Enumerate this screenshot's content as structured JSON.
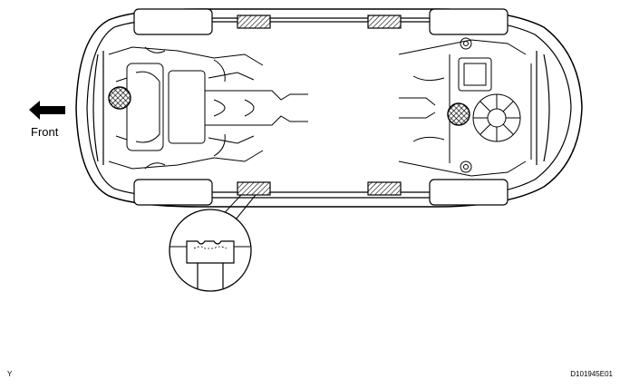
{
  "labels": {
    "front": "Front",
    "corner_mark": "Y",
    "figure_id": "D101945E01"
  },
  "colors": {
    "line": "#000000",
    "background": "#ffffff"
  },
  "icons": {
    "direction": "arrow-left-icon",
    "lift_point": "crosshatch-circle-icon",
    "jack_pad": "hatched-rectangle-icon"
  }
}
